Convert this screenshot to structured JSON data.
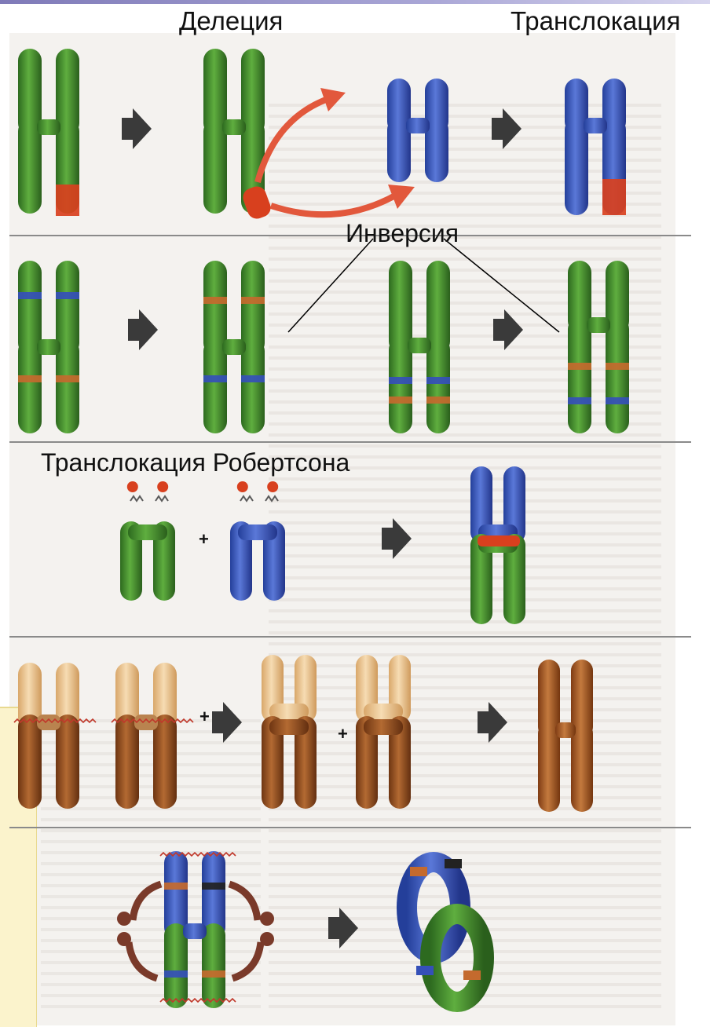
{
  "labels": {
    "deletion": "Делеция",
    "translocation": "Транслокация",
    "inversion": "Инверсия",
    "robertsonian": "Транслокация Робертсона"
  },
  "plus_sign": "+",
  "colors": {
    "green": "#3f8a2c",
    "blue": "#3550b8",
    "red": "#d8401e",
    "orange_band": "#c46a2e",
    "tan_light": "#e8c79a",
    "brown": "#8a4a1e",
    "arrow": "#3a3a3a",
    "curved_arrow_red": "#e2583c",
    "curved_arrow_brown": "#7a3a2a",
    "divider": "#8a8a8a"
  },
  "icons": [
    "right-arrow-icon",
    "curved-arrow-icon",
    "plus-icon",
    "rotation-arrow-icon"
  ]
}
